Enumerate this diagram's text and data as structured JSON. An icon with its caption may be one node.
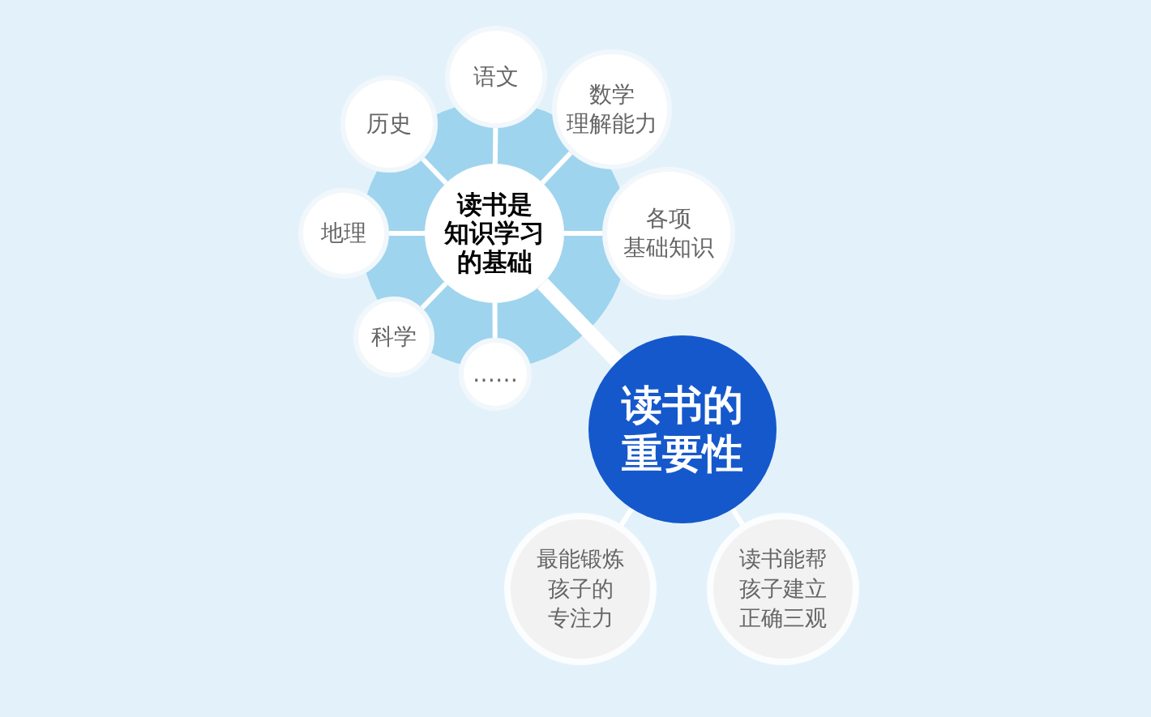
{
  "diagram": {
    "nodes": [
      {
        "text": [
          "语文"
        ]
      },
      {
        "text": [
          "数学",
          "理解能力"
        ]
      },
      {
        "text": [
          "历史"
        ]
      },
      {
        "text": [
          "各项",
          "基础知识"
        ]
      },
      {
        "text": [
          "读书是",
          "知识学习",
          "的基础"
        ]
      },
      {
        "text": [
          "地理"
        ]
      },
      {
        "text": [
          "科学"
        ]
      },
      {
        "text": [
          "……"
        ]
      },
      {
        "text": [
          "读书的重要性"
        ]
      },
      {
        "text": [
          "最能锻炼",
          "孩子的",
          "专注力"
        ]
      },
      {
        "text": [
          "读书能帮孩子建立正确三观"
        ]
      }
    ],
    "edges": [
      {
        "from": 4,
        "to": 0,
        "arrow": "none"
      },
      {
        "from": 4,
        "to": 1,
        "arrow": "none"
      },
      {
        "from": 4,
        "to": 2,
        "arrow": "none"
      },
      {
        "from": 4,
        "to": 3,
        "arrow": "none"
      },
      {
        "from": 4,
        "to": 5,
        "arrow": "none"
      },
      {
        "from": 4,
        "to": 6,
        "arrow": "none"
      },
      {
        "from": 4,
        "to": 7,
        "arrow": "none"
      },
      {
        "from": 4,
        "to": 8,
        "arrow": "none",
        "style": "thick"
      },
      {
        "from": 8,
        "to": 9,
        "arrow": "none"
      },
      {
        "from": 8,
        "to": 10,
        "arrow": "none"
      }
    ]
  }
}
